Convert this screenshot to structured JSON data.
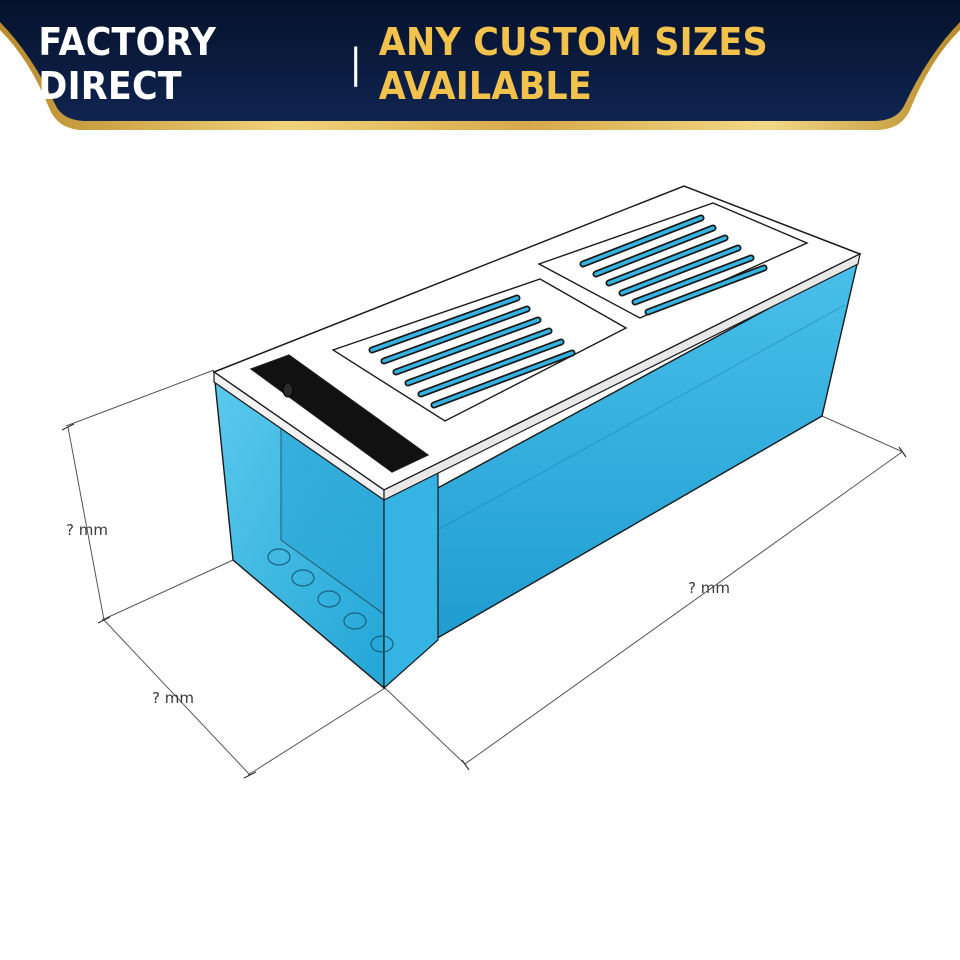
{
  "banner": {
    "left_text": "FACTORY DIRECT",
    "separator": "|",
    "right_text": "ANY CUSTOM SIZES AVAILABLE",
    "colors": {
      "background": "#0b1b3c",
      "gold_trim": "#d8b24e",
      "left_text": "#ffffff",
      "right_text": "#f3c24d"
    }
  },
  "diagram": {
    "subject": "acrylic sump tank with two filter sock trays",
    "colors": {
      "water": "#3fbde6",
      "water_dark": "#1f9fcf",
      "top_panel": "#ffffff",
      "outline": "#1a1a1a",
      "dimension_line": "#555555"
    },
    "dimensions": {
      "height_label": "? mm",
      "depth_label": "? mm",
      "length_label": "? mm"
    }
  }
}
